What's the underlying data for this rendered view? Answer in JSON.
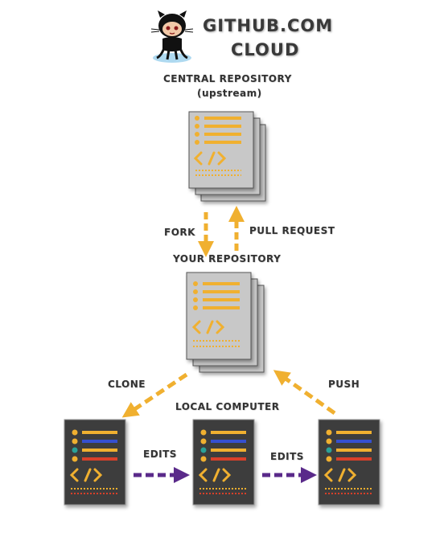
{
  "header": {
    "line1": "GITHUB.COM",
    "line2": "CLOUD",
    "logo_icon": "octocat-icon"
  },
  "central": {
    "title": "CENTRAL REPOSITORY",
    "subtitle": "(upstream)",
    "icon": "code-icon"
  },
  "fork_label": "FORK",
  "pull_request_label": "PULL REQUEST",
  "your_repo": {
    "title": "YOUR REPOSITORY",
    "icon": "code-icon"
  },
  "clone_label": "CLONE",
  "push_label": "PUSH",
  "local": {
    "title": "LOCAL COMPUTER"
  },
  "edits_label_1": "EDITS",
  "edits_label_2": "EDITS",
  "colors": {
    "orange": "#f0b030",
    "purple": "#5a2a8a",
    "light_doc": "#c8c8c8",
    "dark_doc": "#3c3c3c",
    "blue_line": "#3550d0",
    "teal_dot": "#2aa198",
    "red_line": "#d8402a"
  }
}
